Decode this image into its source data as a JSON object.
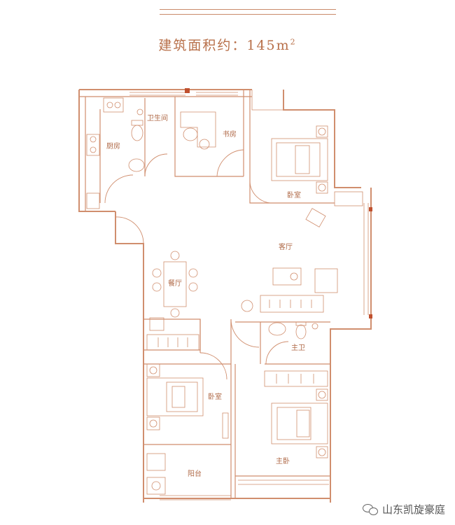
{
  "header": {
    "title_prefix": "建筑面积约：",
    "area_value": "145",
    "area_unit": "m",
    "area_sup": "2"
  },
  "rooms": {
    "kitchen": "厨房",
    "bathroom": "卫生间",
    "study": "书房",
    "bedroom_ne": "卧室",
    "living": "客厅",
    "dining": "餐厅",
    "master_bath": "主卫",
    "bedroom_sw": "卧室",
    "master_bedroom": "主卧",
    "balcony": "阳台"
  },
  "watermark": {
    "text": "山东凯旋豪庭",
    "icon": "wechat-icon"
  },
  "colors": {
    "line": "#d08e6e",
    "accent": "#b8704a",
    "marker": "#c0502e"
  }
}
